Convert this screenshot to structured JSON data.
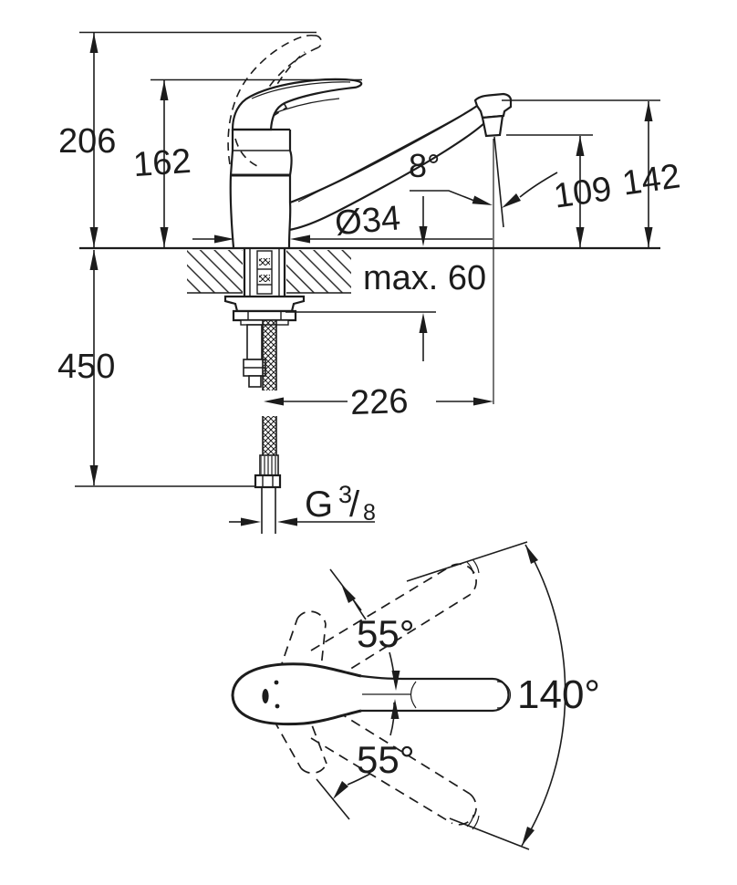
{
  "colors": {
    "ink": "#1c1c1c",
    "paper": "#ffffff"
  },
  "side_view": {
    "total_height": "206",
    "handle_height": "162",
    "spout_height": "142",
    "outlet_height": "109",
    "stream_angle": "8°",
    "base_diameter": "Ø34",
    "max_deck_thickness": "max. 60",
    "hose_length": "450",
    "spout_reach": "226",
    "thread": {
      "g": "G",
      "num": "3",
      "slash": "/",
      "den": "8"
    }
  },
  "top_view": {
    "swing_upper": "55°",
    "swing_lower": "55°",
    "spout_swivel": "140°"
  }
}
